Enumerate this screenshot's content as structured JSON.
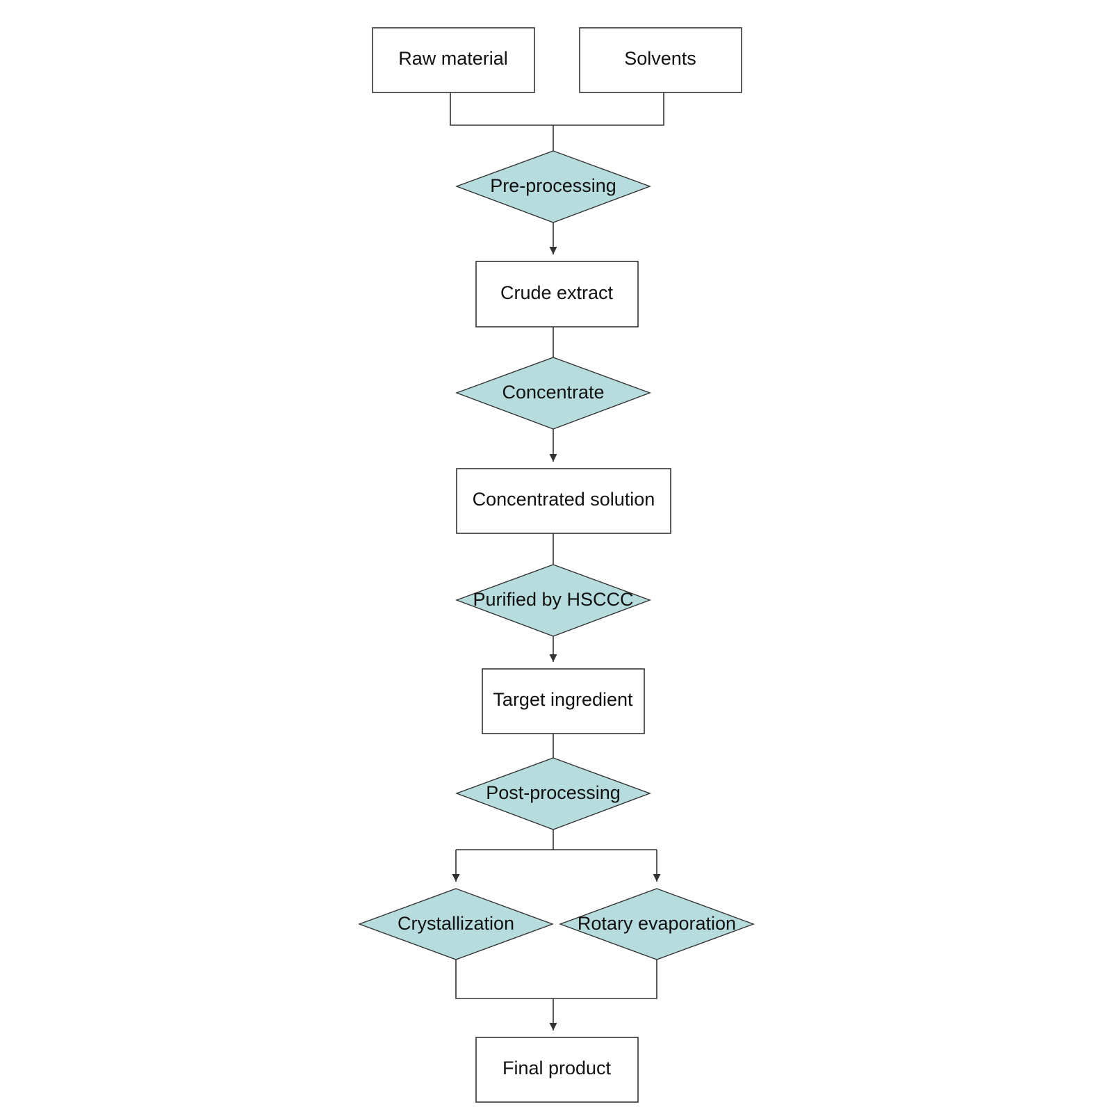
{
  "colors": {
    "process_fill": "#b7dcdd",
    "line": "#333333",
    "box_fill": "#ffffff"
  },
  "flowchart": {
    "raw_material": "Raw material",
    "solvents": "Solvents",
    "pre_processing": "Pre-processing",
    "crude_extract": "Crude extract",
    "concentrate": "Concentrate",
    "concentrated_solution": "Concentrated solution",
    "purified_by_hsccc": "Purified by HSCCC",
    "target_ingredient": "Target ingredient",
    "post_processing": "Post-processing",
    "crystallization": "Crystallization",
    "rotary_evaporation": "Rotary evaporation",
    "final_product": "Final product"
  }
}
